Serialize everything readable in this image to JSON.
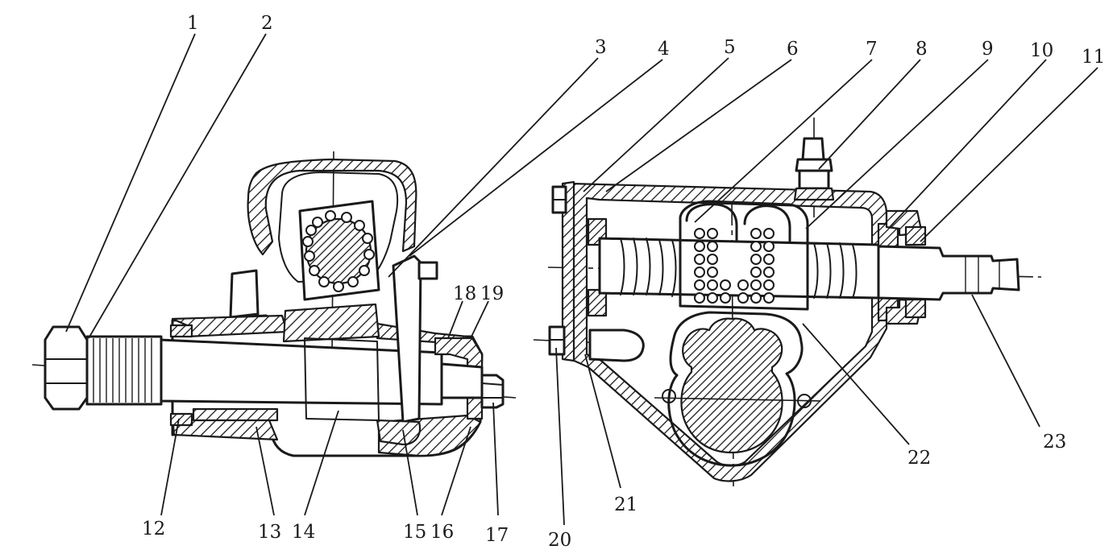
{
  "figure": {
    "part_numbers": [
      "1",
      "2",
      "3",
      "4",
      "5",
      "6",
      "7",
      "8",
      "9",
      "10",
      "11",
      "12",
      "13",
      "14",
      "15",
      "16",
      "17",
      "18",
      "19",
      "20",
      "21",
      "22",
      "23"
    ]
  }
}
